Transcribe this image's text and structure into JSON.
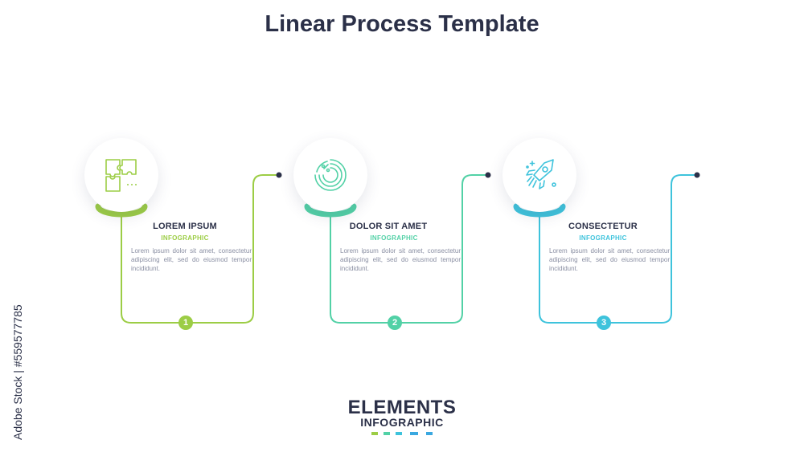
{
  "title": "Linear Process Template",
  "side_text": "Adobe Stock | #559577785",
  "steps": [
    {
      "number": "1",
      "title": "LOREM IPSUM",
      "subtitle": "INFOGRAPHIC",
      "body": "Lorem ipsum dolor sit amet, consectetur adipiscing elit, sed do eiusmod tempor incididunt.",
      "color": "#9ccd45",
      "icon": "puzzle-icon"
    },
    {
      "number": "2",
      "title": "DOLOR SIT AMET",
      "subtitle": "INFOGRAPHIC",
      "body": "Lorem ipsum dolor sit amet, consectetur adipiscing elit, sed do eiusmod tempor incididunt.",
      "color": "#52d1a6",
      "icon": "percent-chart-icon"
    },
    {
      "number": "3",
      "title": "CONSECTETUR",
      "subtitle": "INFOGRAPHIC",
      "body": "Lorem ipsum dolor sit amet, consectetur adipiscing elit, sed do eiusmod tempor incididunt.",
      "color": "#3ec3dc",
      "icon": "rocket-icon"
    }
  ],
  "brand": {
    "main": "ELEMENTS",
    "sub": "INFOGRAPHIC",
    "bar_colors": [
      "#9ccd45",
      "#52d1a6",
      "#3ec3dc",
      "#3aa8e0"
    ]
  }
}
